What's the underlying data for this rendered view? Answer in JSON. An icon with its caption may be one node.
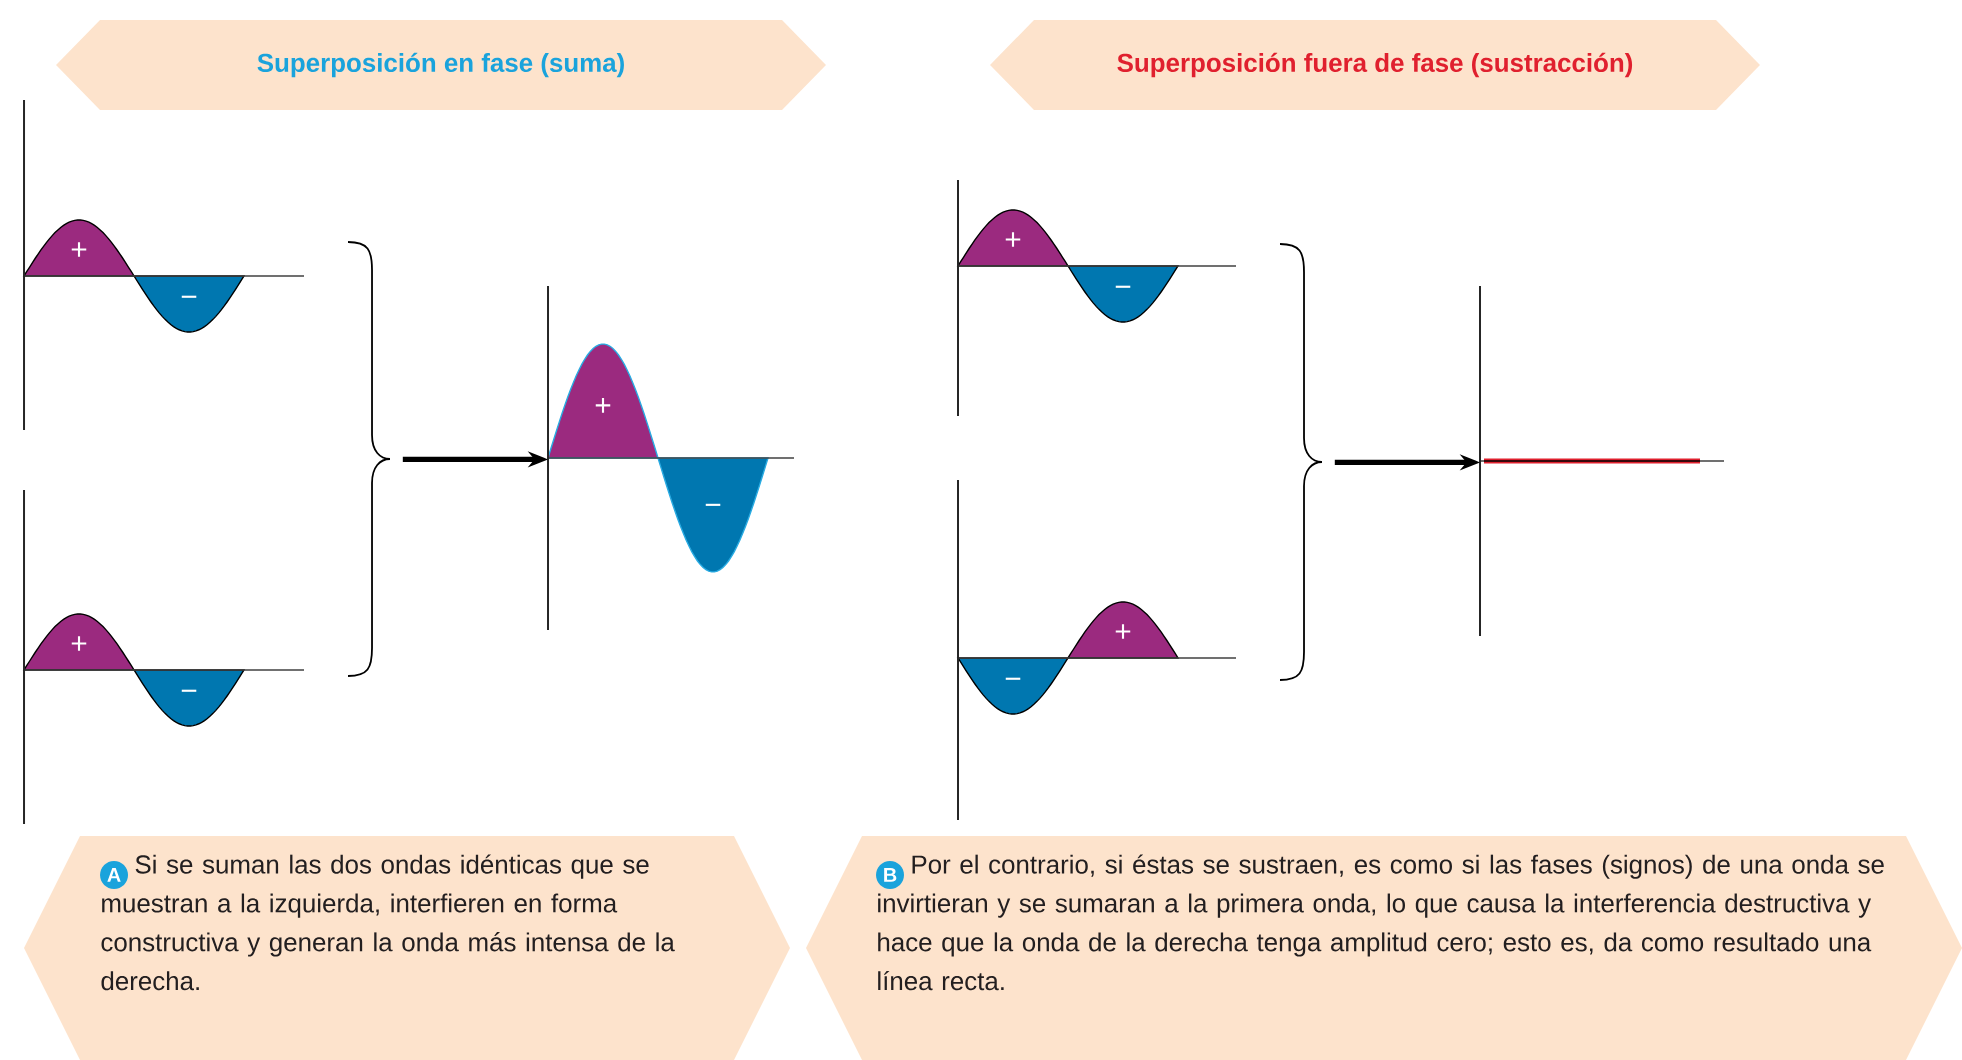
{
  "diagram": {
    "nodes": [
      {
        "text": [
          "Superposición en fase (suma)"
        ]
      },
      {
        "text": [
          "Superposición fuera de fase (sustracción)"
        ]
      },
      {
        "text": [
          "+",
          "−"
        ]
      },
      {
        "text": [
          "+",
          "−"
        ]
      },
      {
        "text": [],
        "shape": "brace"
      },
      {
        "text": [
          "+",
          "−"
        ]
      },
      {
        "text": [
          "+",
          "−"
        ]
      },
      {
        "text": [
          "−",
          "+"
        ]
      },
      {
        "text": [],
        "shape": "brace"
      },
      {
        "text": [],
        "shape": "picture"
      },
      {
        "text": [
          "A",
          "Si se suman las dos ondas idénticas que se muestran a la izquierda, interfieren en forma constructiva y generan la onda más intensa de la derecha."
        ]
      },
      {
        "text": [
          "B",
          "Por el contrario, si éstas se sustraen, es como si las fases (signos) de una onda se invirtieran y se sumaran a la primera onda, lo que causa la interferencia destructiva y hace que la onda de la derecha tenga amplitud cero; esto es, da como resultado una línea recta."
        ]
      }
    ],
    "edges": [
      {
        "from": 4,
        "to": 5,
        "arrow": "to"
      },
      {
        "from": 8,
        "to": 9,
        "arrow": "to"
      }
    ]
  }
}
